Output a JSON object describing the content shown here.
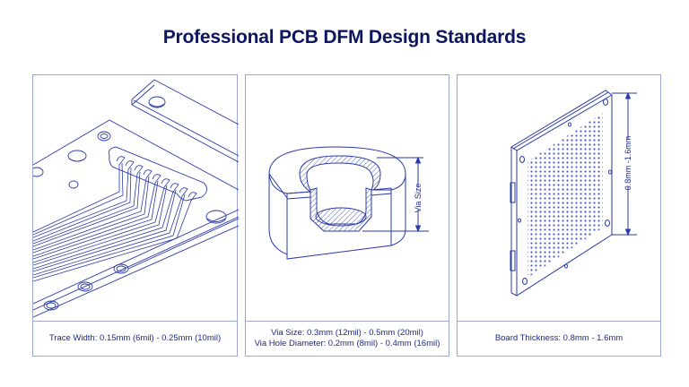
{
  "header": {
    "title": "Professional PCB DFM Design Standards"
  },
  "colors": {
    "title": "#0d1560",
    "line": "#2a3aa8",
    "frame": "#9aa7d6",
    "caption": "#1d2a8a"
  },
  "panels": [
    {
      "id": "trace-width",
      "illustration": "isometric-pcb-traces-with-connector-pads",
      "caption_lines": [
        "Trace Width: 0.15mm (6mil) - 0.25mm (10mil)"
      ]
    },
    {
      "id": "via-size",
      "illustration": "cutaway-plated-via",
      "dimension_label": "Via Size",
      "caption_lines": [
        "Via Size: 0.3mm (12mil) - 0.5mm (20mil)",
        "Via Hole Diameter: 0.2mm (8mil) - 0.4mm (16mil)"
      ]
    },
    {
      "id": "board-thickness",
      "illustration": "perforated-pcb-board",
      "dimension_label": "0.8mm -1.6mm",
      "caption_lines": [
        "Board Thickness: 0.8mm - 1.6mm"
      ]
    }
  ]
}
